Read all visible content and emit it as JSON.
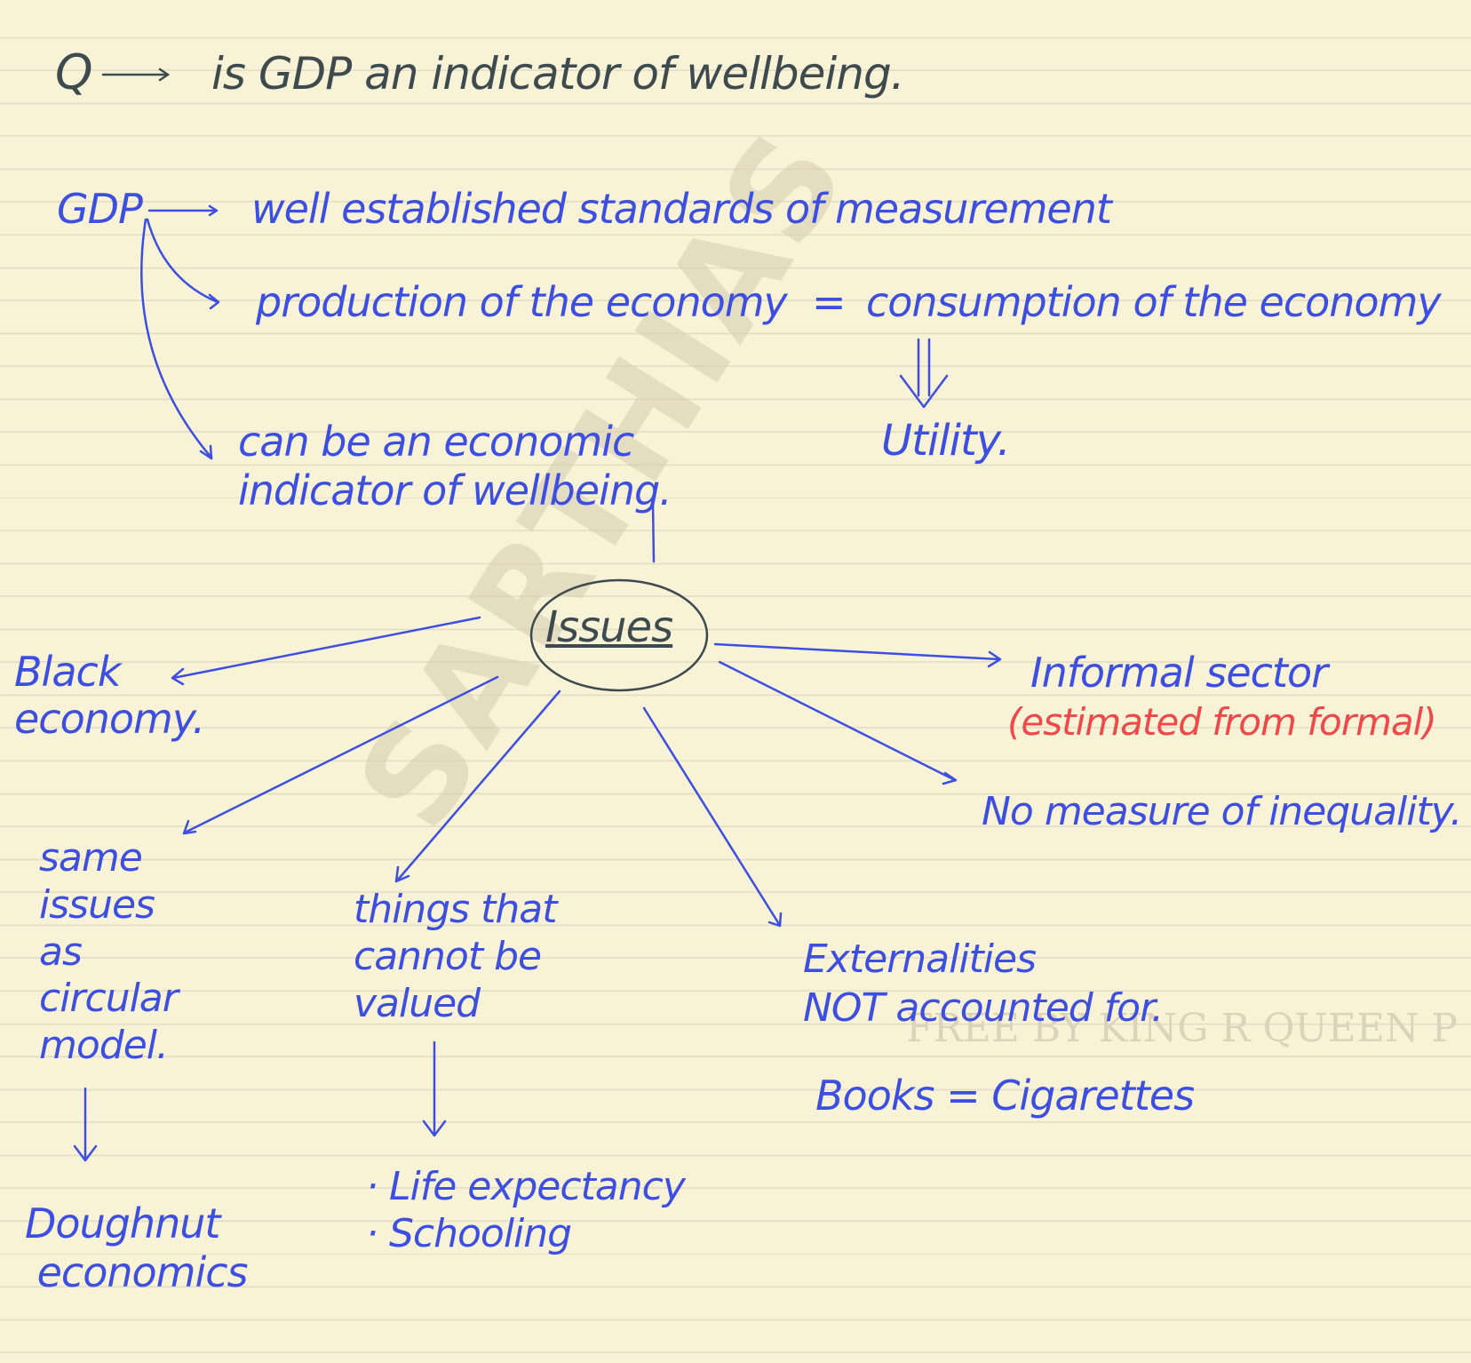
{
  "question": {
    "marker": "Q",
    "text": "is GDP an indicator of wellbeing."
  },
  "gdp": {
    "label": "GDP",
    "point1": "well established standards of measurement",
    "point2": {
      "left": "production of the economy",
      "equals": "=",
      "right": "consumption of the economy"
    },
    "utility": "Utility.",
    "point3": "can be an economic\nindicator of wellbeing."
  },
  "issues": {
    "center": "Issues",
    "black_economy": "Black\neconomy.",
    "informal_sector": "Informal sector",
    "informal_note": "(estimated from formal)",
    "inequality": "No measure of inequality.",
    "same_issues": "same\nissues\nas\ncircular\nmodel.",
    "doughnut": "Doughnut\n economics",
    "cannot_value": "things that\ncannot be\nvalued",
    "cannot_value_examples": "· Life expectancy\n· Schooling",
    "externalities": "Externalities\nNOT accounted for.",
    "externalities_example": "Books = Cigarettes"
  },
  "watermark": {
    "diagonal": "SARTHIAS",
    "footer": "FREE BY KING R QUEEN P"
  },
  "colors": {
    "ink_blue": "#3d4fe0",
    "ink_dark": "#3d4a4e",
    "ink_red": "#ee4848",
    "paper": "#f8f2d6",
    "rule": "#e4dcc4"
  }
}
